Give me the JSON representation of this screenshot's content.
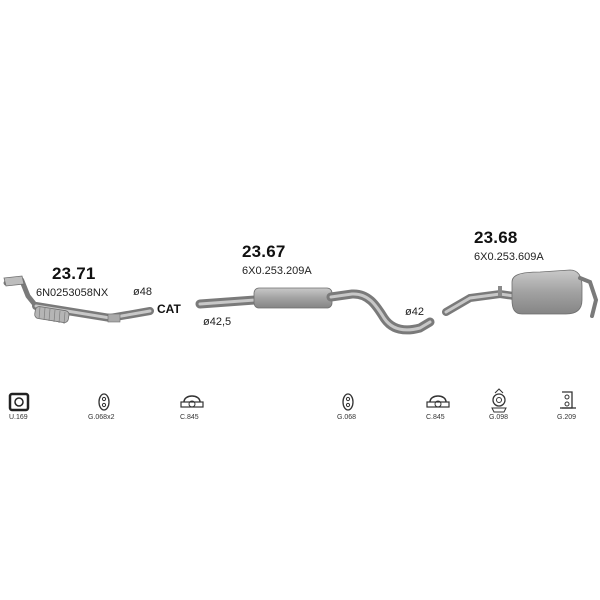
{
  "parts": [
    {
      "number": "23.71",
      "oem": "6N0253058NX"
    },
    {
      "number": "23.67",
      "oem": "6X0.253.209A"
    },
    {
      "number": "23.68",
      "oem": "6X0.253.609A"
    }
  ],
  "dimensions": {
    "d48": "ø48",
    "d42_5": "ø42,5",
    "d42": "ø42"
  },
  "cat_label": "CAT",
  "accessories": [
    {
      "code": "U.169",
      "icon": "gasket-square-icon"
    },
    {
      "code": "G.068x2",
      "icon": "rubber-hanger-icon"
    },
    {
      "code": "C.845",
      "icon": "u-clamp-icon"
    },
    {
      "code": "G.068",
      "icon": "rubber-hanger-icon"
    },
    {
      "code": "C.845",
      "icon": "u-clamp-icon"
    },
    {
      "code": "G.098",
      "icon": "rubber-mount-icon"
    },
    {
      "code": "G.209",
      "icon": "bracket-hanger-icon"
    }
  ],
  "colors": {
    "pipe": "#9a9a9a",
    "muffler": "#a8a8a8",
    "outline": "#6e6e6e"
  }
}
